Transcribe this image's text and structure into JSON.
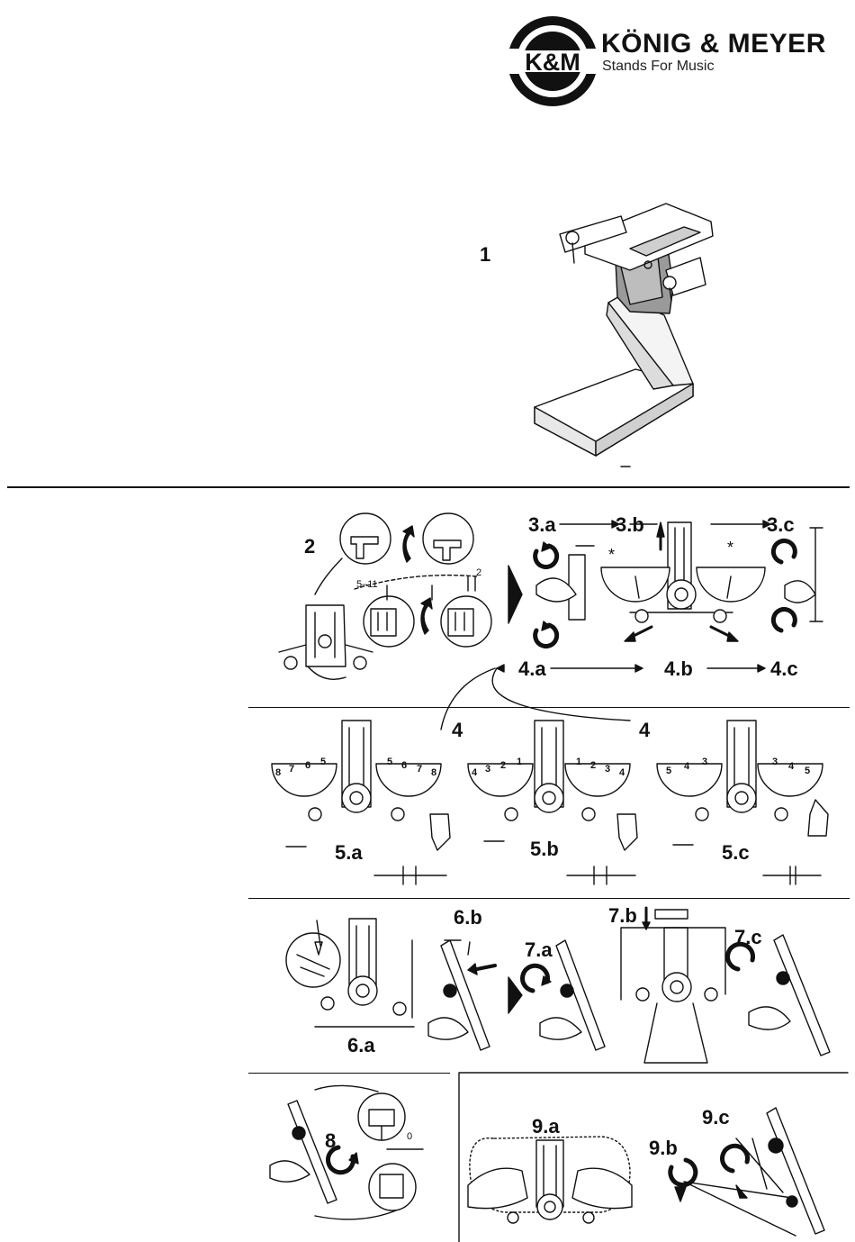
{
  "brand": {
    "logo_text": "K&M",
    "name": "KÖNIG & MEYER",
    "tagline": "Stands For Music"
  },
  "figures": {
    "f1": "1",
    "f2": "2",
    "f3a": "3.a",
    "f3b": "3.b",
    "f3c": "3.c",
    "f4a": "4.a",
    "f4b": "4.b",
    "f4c": "4.c",
    "f4_1": "4",
    "f4_2": "4",
    "f5a": "5.a",
    "f5b": "5.b",
    "f5c": "5.c",
    "f6a": "6.a",
    "f6b": "6.b",
    "f7a": "7.a",
    "f7b": "7.b",
    "f7c": "7.c",
    "f8": "8",
    "f9a": "9.a",
    "f9b": "9.b",
    "f9c": "9.c"
  },
  "labels": {
    "range": "5–11",
    "gap": "2",
    "zero": "0"
  },
  "scales": {
    "a_left": [
      "8",
      "7",
      "6",
      "5"
    ],
    "a_right": [
      "5",
      "6",
      "7",
      "8"
    ],
    "b_left": [
      "4",
      "3",
      "2",
      "1"
    ],
    "b_right": [
      "1",
      "2",
      "3",
      "4"
    ],
    "c_left": [
      "5",
      "4",
      "3"
    ],
    "c_right": [
      "3",
      "4",
      "5"
    ]
  }
}
